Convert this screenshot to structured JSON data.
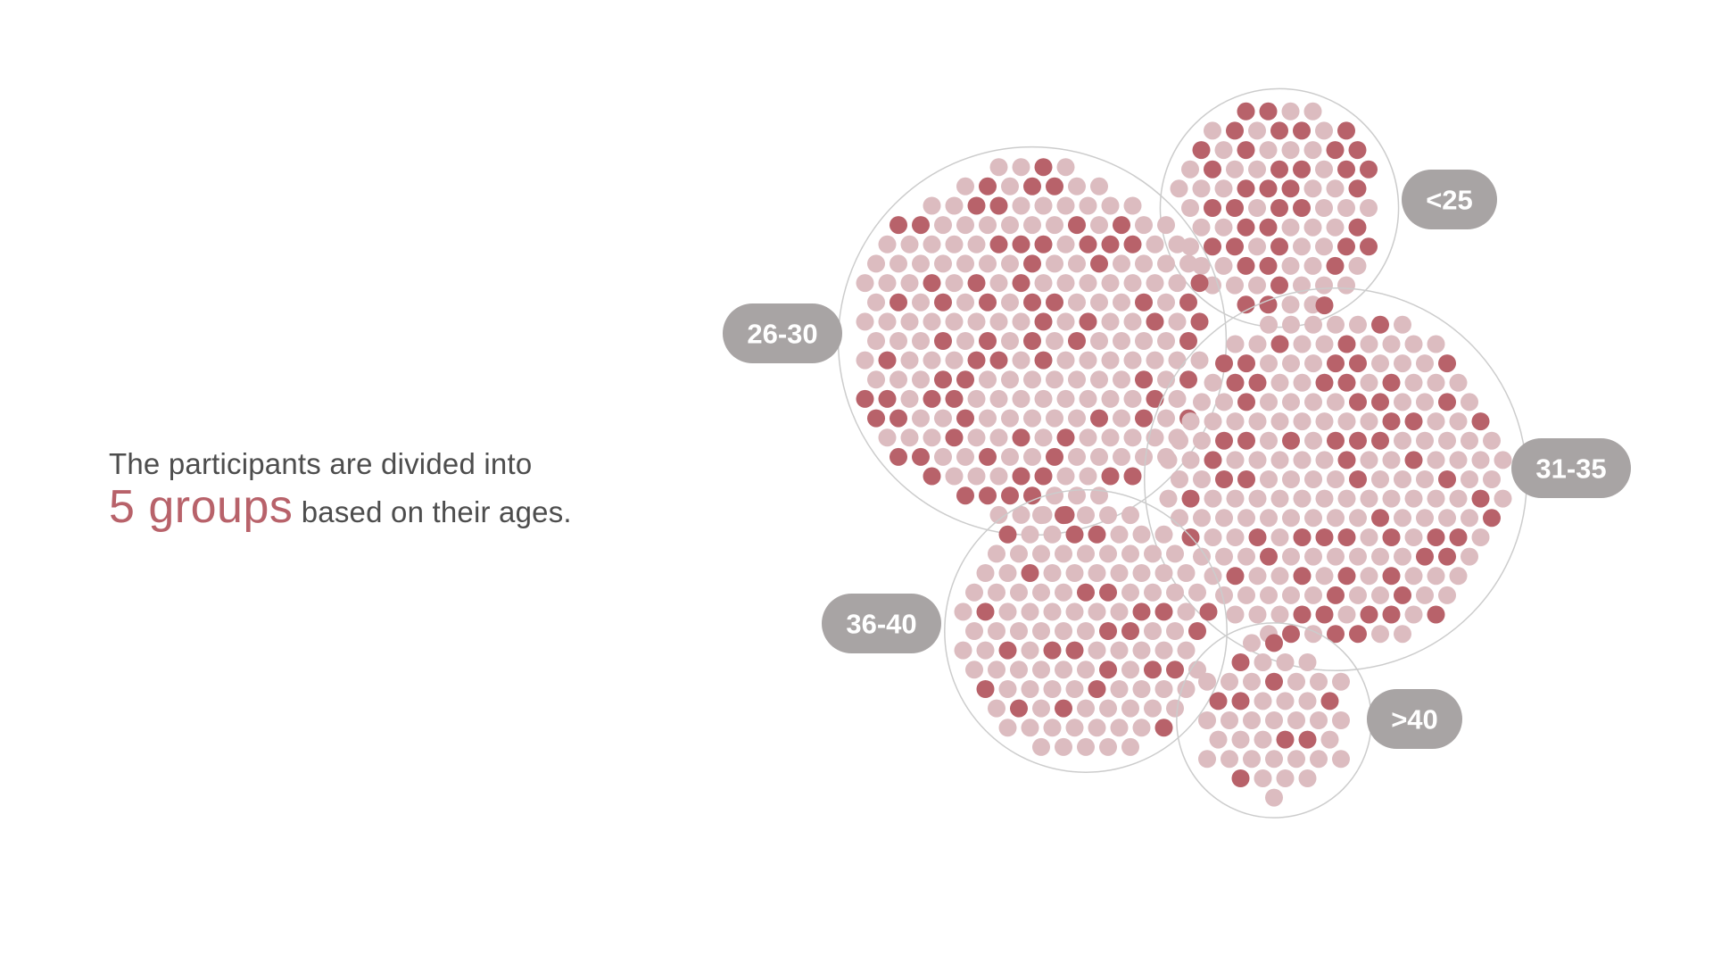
{
  "intro": {
    "line1": "The participants are divided into",
    "highlight": "5 groups",
    "line2_rest": " based on their ages."
  },
  "colors": {
    "highlight": "#b8626a",
    "dot_dark": "#b8626a",
    "dot_light": "#dcbcc0",
    "circle_outline": "#cccccc",
    "pill": "#a8a4a4",
    "pill_text": "#ffffff",
    "text": "#4d4d4d"
  },
  "chart_data": {
    "type": "packed-bubble-dot",
    "encoding": "each group is a circle; its size reflects the number of participants in the group, shown as dots",
    "groups": [
      {
        "label": "<25",
        "dot_count": 82,
        "highlighted_count": 37
      },
      {
        "label": "26-30",
        "dot_count": 234,
        "highlighted_count": 74
      },
      {
        "label": "31-35",
        "dot_count": 212,
        "highlighted_count": 63
      },
      {
        "label": "36-40",
        "dot_count": 120,
        "highlighted_count": 25
      },
      {
        "label": ">40",
        "dot_count": 44,
        "highlighted_count": 9
      }
    ]
  }
}
